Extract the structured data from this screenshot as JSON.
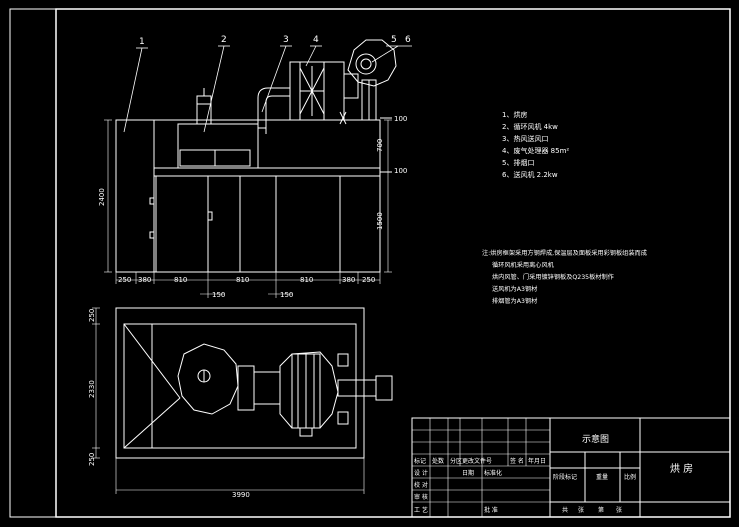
{
  "colors": {
    "background": "#000000",
    "line": "#ffffff",
    "text": "#ffffff"
  },
  "callouts": [
    "1",
    "2",
    "3",
    "4",
    "5",
    "6"
  ],
  "legend": [
    "1、烘房",
    "2、循环风机  4kw",
    "3、热风送风口",
    "4、废气处理器  85m²",
    "5、排烟口",
    "6、送风机  2.2kw"
  ],
  "notes": [
    "注:烘房框架采用方钢焊成,保温层及面板采用彩钢板组装而成",
    "循环风机采用离心风机",
    "烘内风管、门采用镀锌钢板及Q235板材制作",
    "送风机为A3钢材",
    "排烟管为A3钢材"
  ],
  "dims_front": {
    "height_total": "2400",
    "segments": [
      "250",
      "380",
      "810",
      "810",
      "810",
      "380",
      "250"
    ],
    "offsets": [
      "150",
      "150"
    ],
    "right_top": "100",
    "right_mid": "700",
    "right_mid2": "100",
    "right_low": "1500"
  },
  "dims_plan": {
    "top": "250",
    "depth": "2330",
    "bottom": "250",
    "width": "3990"
  },
  "title_block": {
    "drawing_label": "示意图",
    "drawing_name": "烘 房",
    "header_cols": [
      "标记",
      "处数",
      "分区",
      "更改文件号",
      "签 名",
      "年月日"
    ],
    "role_design": "设 计",
    "col_date": "日期",
    "col_std": "标准化",
    "role_check": "校 对",
    "role_review": "审 核",
    "role_process": "工 艺",
    "col_approve": "批 准",
    "stage_labels": [
      "阶段标记",
      "重量",
      "比例"
    ],
    "sheet_labels": [
      "共",
      "张",
      "第",
      "张"
    ]
  }
}
